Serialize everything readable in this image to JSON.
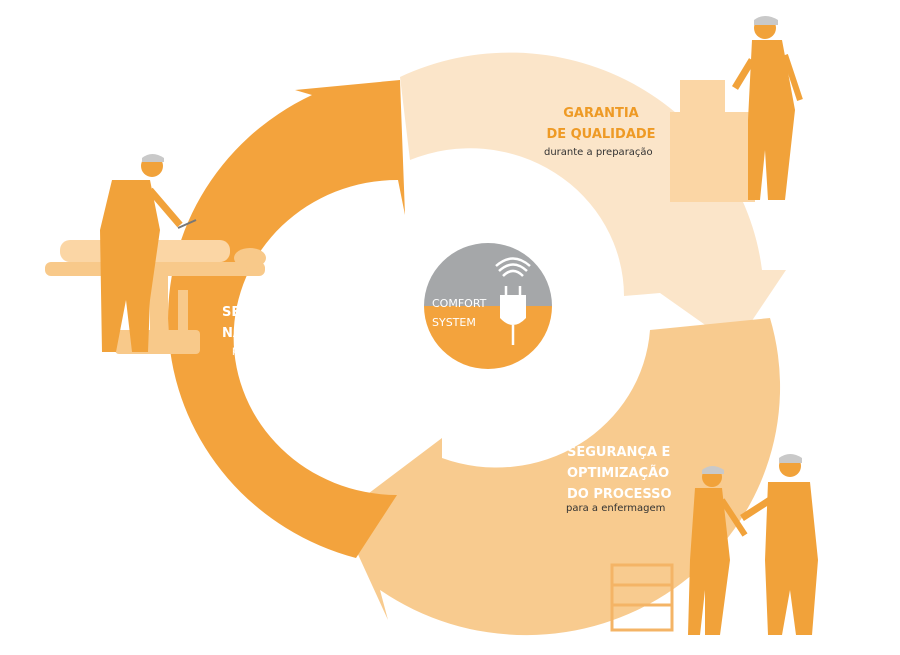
{
  "colors": {
    "accent": "#f1a23a",
    "segment_application": "#f3a33d",
    "segment_quality": "#fbe5c9",
    "segment_process": "#f8cb8f",
    "logo_grey": "#a5a7a9",
    "logo_orange": "#f3a33d"
  },
  "center_logo": {
    "line1": "COMFORT",
    "line2": "SYSTEM",
    "icon": "plug-with-wireless-signal-icon"
  },
  "segments": [
    {
      "title_line1": "SEGURANÇA",
      "title_line2": "NA APLICAÇÃO",
      "subtitle": "para o cirurgião",
      "illustration": "surgeon-at-operating-table-illustration"
    },
    {
      "title_line1": "GARANTIA",
      "title_line2": "DE QUALIDADE",
      "subtitle": "durante a preparação",
      "illustration": "nurse-at-packing-station-illustration"
    },
    {
      "title_line1": "SEGURANÇA E",
      "title_line2": "OPTIMIZAÇÃO",
      "title_line3": "DO PROCESSO",
      "subtitle": "para a enfermagem",
      "illustration": "nurse-and-surgeon-with-instrument-cart-illustration"
    }
  ]
}
